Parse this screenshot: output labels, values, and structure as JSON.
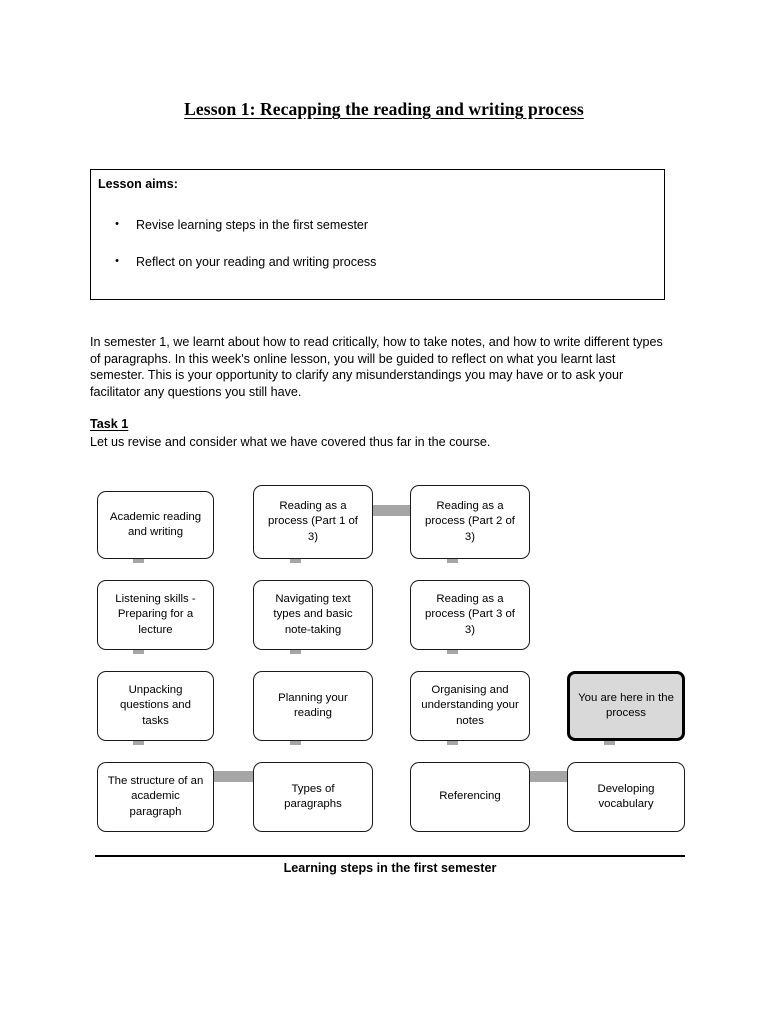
{
  "document": {
    "title": "Lesson 1: Recapping the reading and writing process"
  },
  "aims_box": {
    "heading": "Lesson aims:",
    "bullet_glyph": "•",
    "items": [
      "Revise learning steps in the first semester",
      "Reflect on your reading and writing process"
    ]
  },
  "intro": {
    "paragraph": "In semester 1, we learnt about how to read critically, how to take notes, and how to write different types of paragraphs. In this week's online lesson, you will be guided to reflect on what you learnt last semester. This is your opportunity to clarify any misunderstandings you may have or to ask your facilitator any questions you still have."
  },
  "task": {
    "heading": "Task 1",
    "text": "Let us revise and consider what we have covered thus far in the course."
  },
  "diagram": {
    "caption": "Learning steps in the first semester",
    "colors": {
      "connector": "#a6a6a6",
      "box_border": "#1a1a1a",
      "highlight_fill": "#d9d9d9",
      "highlight_border": "#000000"
    },
    "boxes": [
      {
        "id": "r1c1",
        "label": "Academic reading and writing"
      },
      {
        "id": "r1c2",
        "label": "Reading as a process (Part 1 of 3)"
      },
      {
        "id": "r1c3",
        "label": "Reading as a process (Part 2 of 3)"
      },
      {
        "id": "r2c1",
        "label": "Listening skills - Preparing for a lecture"
      },
      {
        "id": "r2c2",
        "label": "Navigating text types and basic note-taking"
      },
      {
        "id": "r2c3",
        "label": "Reading as a process (Part 3 of 3)"
      },
      {
        "id": "r3c1",
        "label": "Unpacking questions and tasks"
      },
      {
        "id": "r3c2",
        "label": "Planning your reading"
      },
      {
        "id": "r3c3",
        "label": "Organising and understanding your notes"
      },
      {
        "id": "r3c4",
        "label": "You are here in the process"
      },
      {
        "id": "r4c1",
        "label": "The structure of an academic paragraph"
      },
      {
        "id": "r4c2",
        "label": "Types of paragraphs"
      },
      {
        "id": "r4c3",
        "label": "Referencing"
      },
      {
        "id": "r4c4",
        "label": "Developing vocabulary"
      }
    ]
  }
}
